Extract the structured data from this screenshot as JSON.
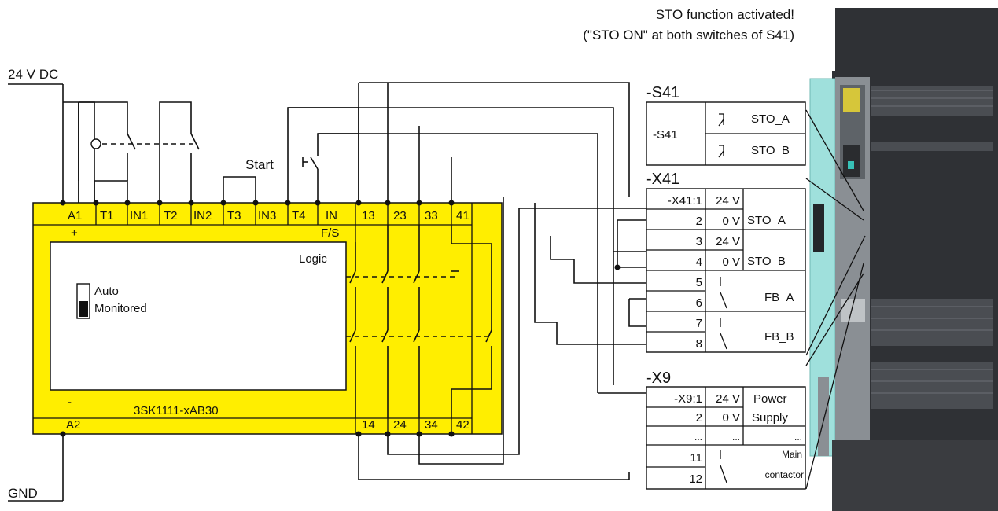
{
  "note": {
    "line1": "STO function activated!",
    "line2": "(\"STO ON\" at both switches of S41)"
  },
  "supply": {
    "top": "24 V DC",
    "bottom": "GND"
  },
  "start_label": "Start",
  "relay": {
    "model": "3SK1111-xAB30",
    "logic": "Logic",
    "mode_auto": "Auto",
    "mode_monitored": "Monitored",
    "top_terminals": [
      "A1",
      "T1",
      "IN1",
      "T2",
      "IN2",
      "T3",
      "IN3",
      "T4",
      "IN"
    ],
    "a1_sub": "+",
    "in_sub": "F/S",
    "a2_minus": "-",
    "a2": "A2",
    "contacts_top": [
      "13",
      "23",
      "33",
      "41"
    ],
    "contacts_bottom": [
      "14",
      "24",
      "34",
      "42"
    ],
    "fill_color": "#ffee00"
  },
  "s41": {
    "title": "-S41",
    "inner": "-S41",
    "sw_a": "STO_A",
    "sw_b": "STO_B"
  },
  "x41": {
    "title": "-X41",
    "rows": [
      {
        "term": "-X41:1",
        "val": "24 V"
      },
      {
        "term": "2",
        "val": "0 V"
      },
      {
        "term": "3",
        "val": "24 V"
      },
      {
        "term": "4",
        "val": "0 V"
      },
      {
        "term": "5",
        "val": ""
      },
      {
        "term": "6",
        "val": ""
      },
      {
        "term": "7",
        "val": ""
      },
      {
        "term": "8",
        "val": ""
      }
    ],
    "groups": [
      "STO_A",
      "STO_B",
      "FB_A",
      "FB_B"
    ]
  },
  "x9": {
    "title": "-X9",
    "rows": [
      {
        "term": "-X9:1",
        "val": "24 V"
      },
      {
        "term": "2",
        "val": "0 V"
      },
      {
        "term": "...",
        "val": "..."
      },
      {
        "term": "11",
        "val": ""
      },
      {
        "term": "12",
        "val": ""
      }
    ],
    "power": "Power",
    "supply": "Supply",
    "dots": "...",
    "main": "Main",
    "contactor": "contactor"
  },
  "device": {
    "panel_color": "#2f3135",
    "accent_color": "#9fe0dc"
  }
}
